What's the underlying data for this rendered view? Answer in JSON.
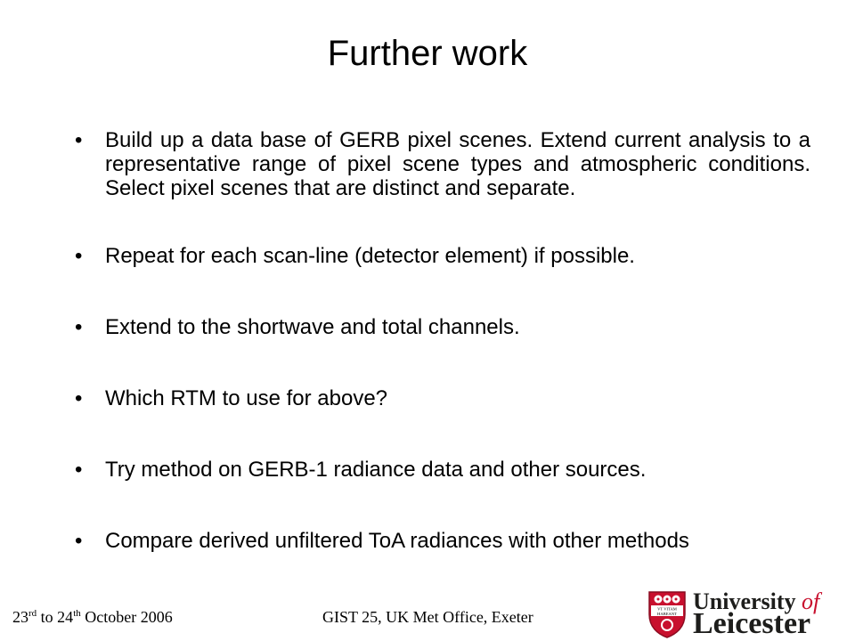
{
  "slide": {
    "title": "Further work",
    "bullets": [
      "Build up a data base of GERB pixel scenes. Extend current analysis to a representative range of pixel scene types and atmospheric conditions. Select pixel scenes that are distinct and separate.",
      "Repeat for each scan-line (detector element) if possible.",
      "Extend to the shortwave and total channels.",
      "Which RTM to use for above?",
      "Try method on GERB-1 radiance data and other sources.",
      "Compare derived unfiltered ToA radiances with other methods"
    ]
  },
  "footer": {
    "date_day1": "23",
    "date_sup1": "rd",
    "date_mid": " to 24",
    "date_sup2": "th",
    "date_end": " October 2006",
    "event": "GIST 25, UK Met Office, Exeter"
  },
  "logo": {
    "line1": "University ",
    "line1_italic": "of",
    "line2": "Leicester",
    "crest_text_top": "VT VITAM",
    "crest_text_bottom": "HABEANT",
    "colors": {
      "crest_red": "#c8102e",
      "text": "#1d1d1b"
    }
  }
}
